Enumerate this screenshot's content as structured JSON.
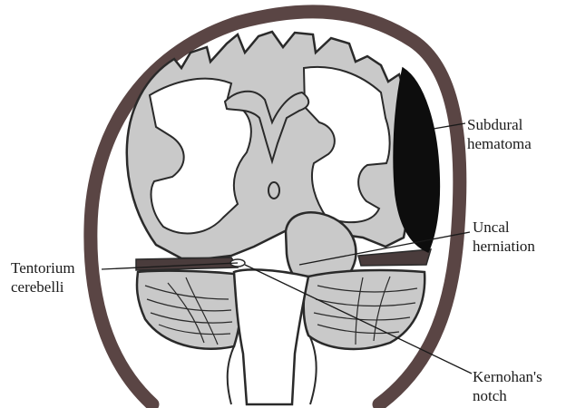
{
  "labels": {
    "subdural_hematoma": [
      "Subdural",
      "hematoma"
    ],
    "uncal_herniation": [
      "Uncal",
      "herniation"
    ],
    "tentorium_cerebelli": [
      "Tentorium",
      "cerebelli"
    ],
    "kernohans_notch": [
      "Kernohan's",
      "notch"
    ]
  },
  "colors": {
    "skull": "#5a4544",
    "cortex_fill": "#c9c9c9",
    "outline": "#2a2a2a",
    "hematoma": "#0d0d0d",
    "tentorium": "#4a3c3c"
  }
}
